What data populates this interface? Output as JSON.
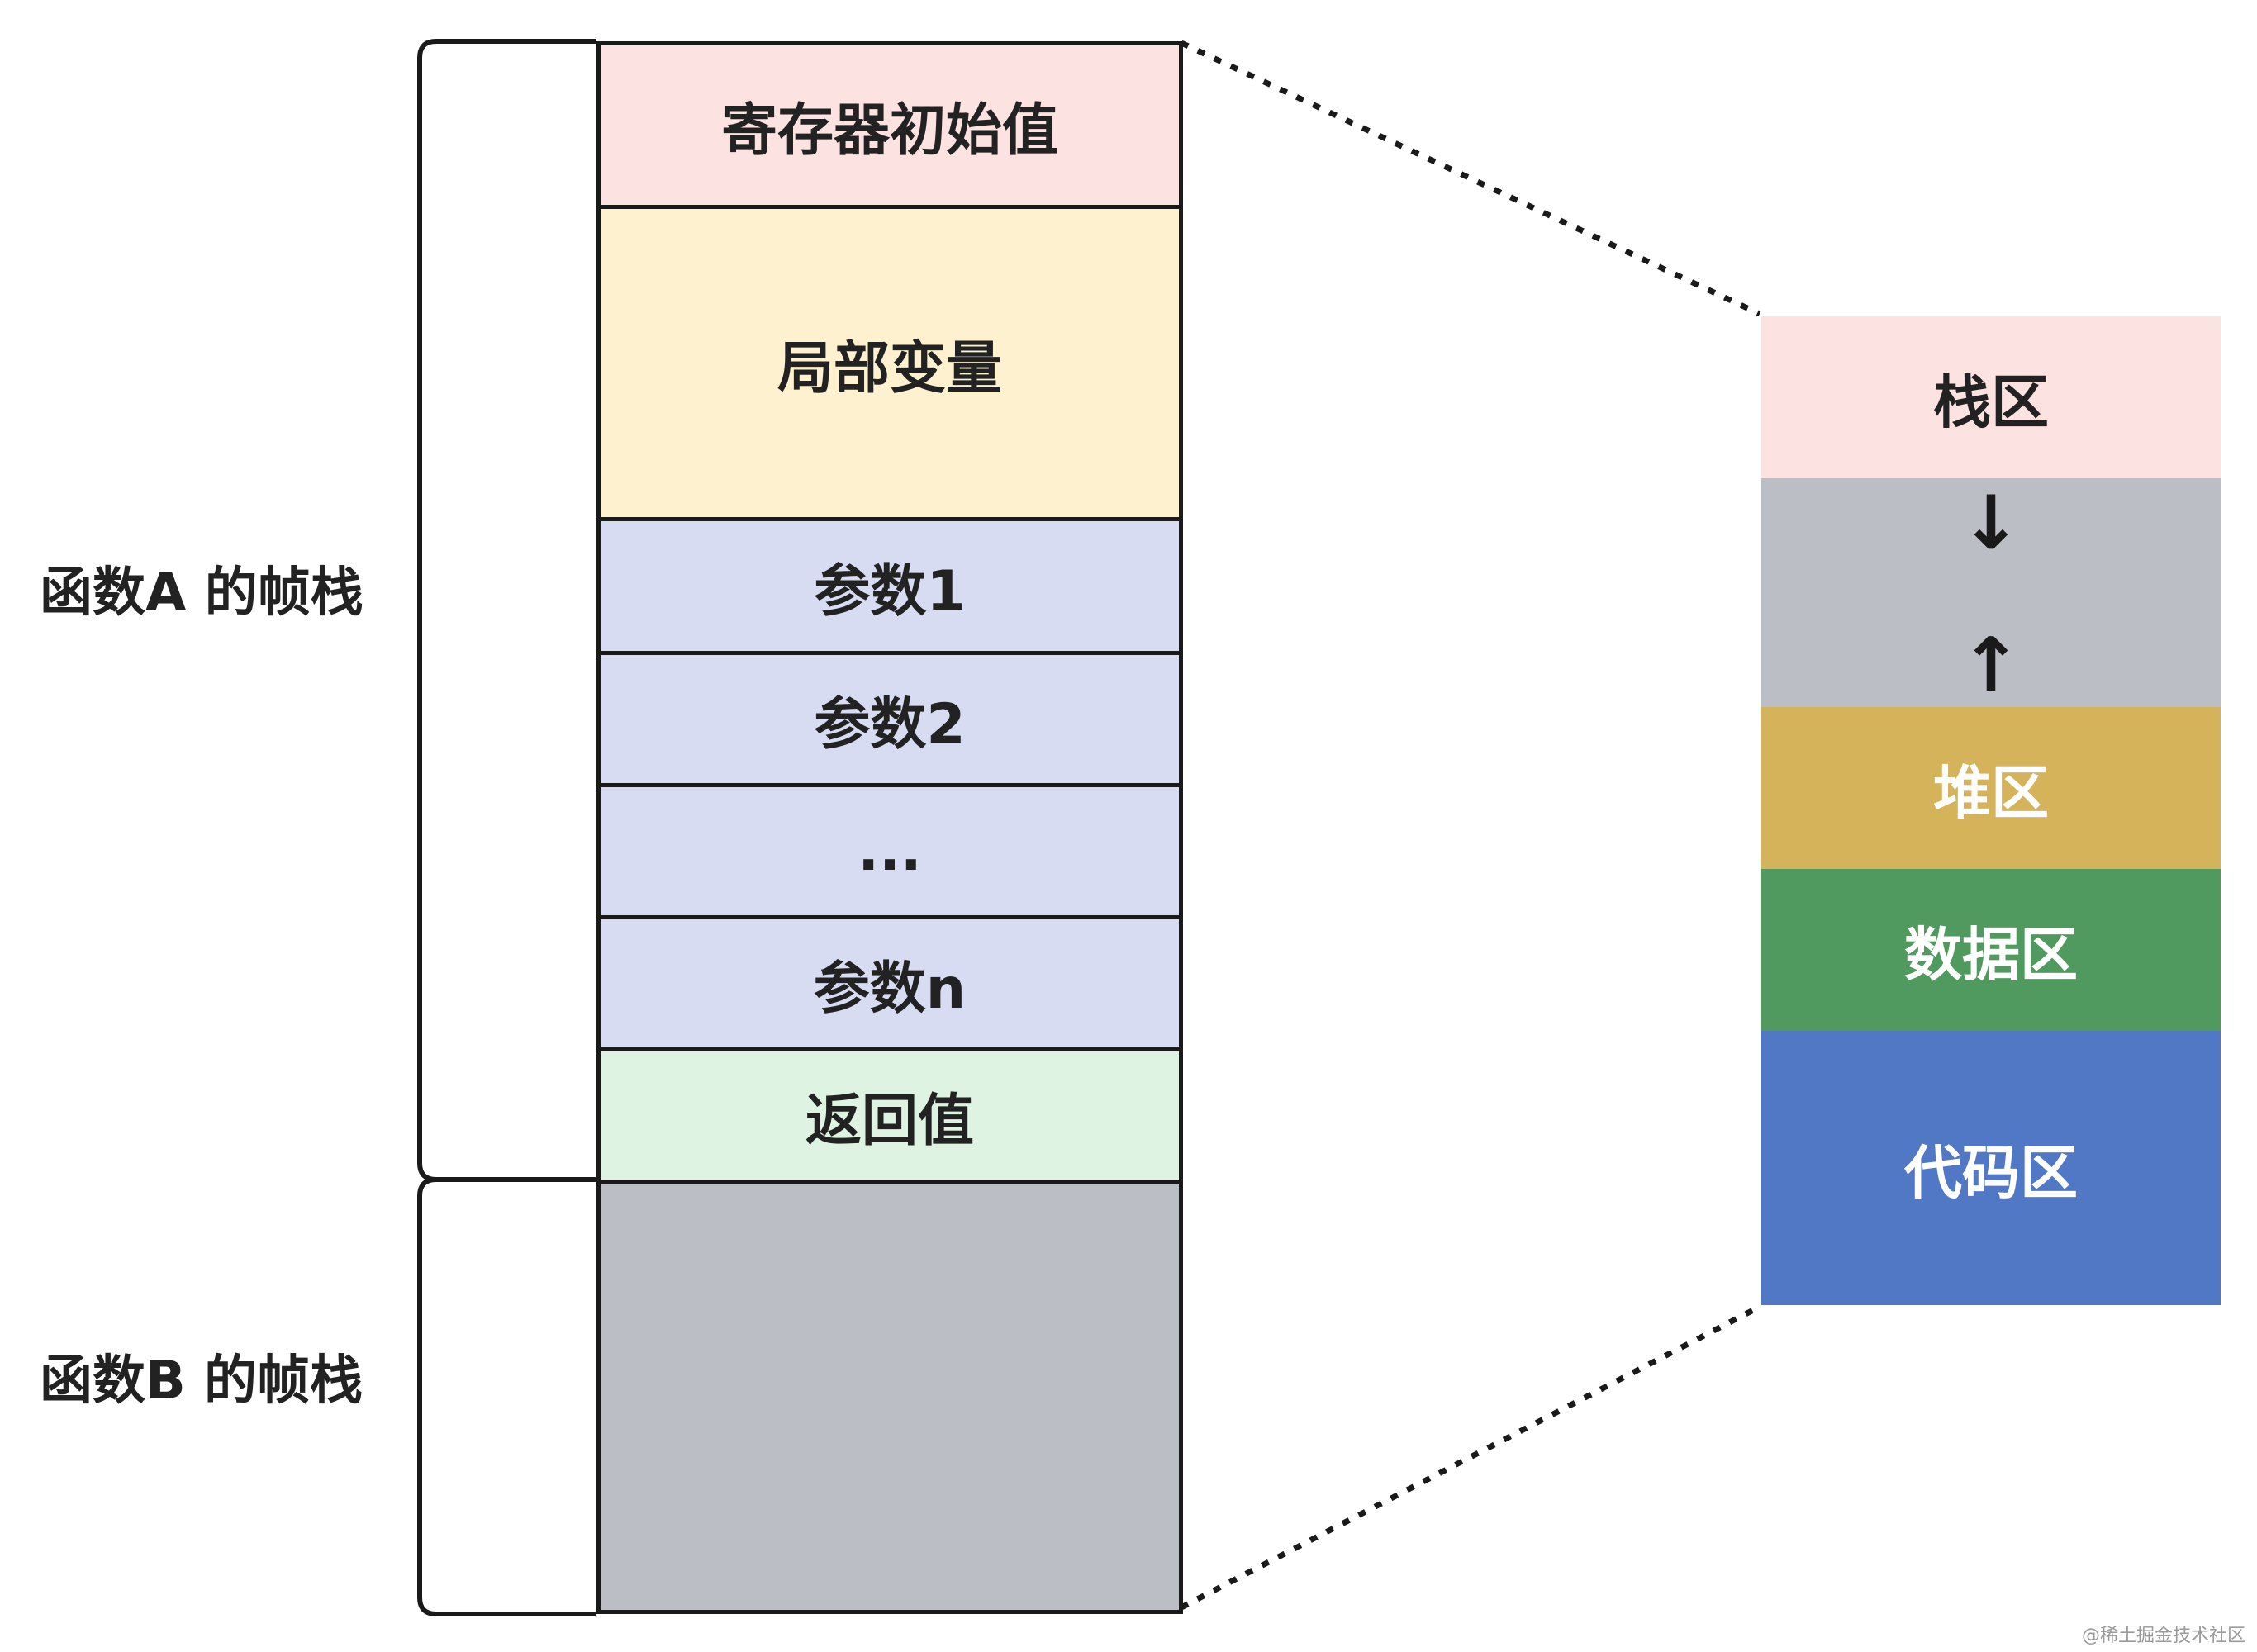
{
  "stack": {
    "frame_a_label": "函数A 的帧栈",
    "frame_b_label": "函数B 的帧栈",
    "cells": [
      {
        "label": "寄存器初始值",
        "color": "#fde2e2"
      },
      {
        "label": "局部变量",
        "color": "#fdf1d0"
      },
      {
        "label": "参数1",
        "color": "#d8dcf2"
      },
      {
        "label": "参数2",
        "color": "#d8dcf2"
      },
      {
        "label": "...",
        "color": "#d8dcf2"
      },
      {
        "label": "参数n",
        "color": "#d8dcf2"
      },
      {
        "label": "返回值",
        "color": "#dff3e3"
      },
      {
        "label": "",
        "color": "#bbbec5"
      }
    ]
  },
  "memory": {
    "stack_area": {
      "label": "栈区",
      "color": "#fde2e2"
    },
    "gap": {
      "color": "#bbbec5",
      "down_arrow": "↓",
      "up_arrow": "↑"
    },
    "heap_area": {
      "label": "堆区",
      "color": "#d4b35a"
    },
    "data_area": {
      "label": "数据区",
      "color": "#519a5f"
    },
    "code_area": {
      "label": "代码区",
      "color": "#5078c4"
    }
  },
  "watermark": "@稀土掘金技术社区"
}
